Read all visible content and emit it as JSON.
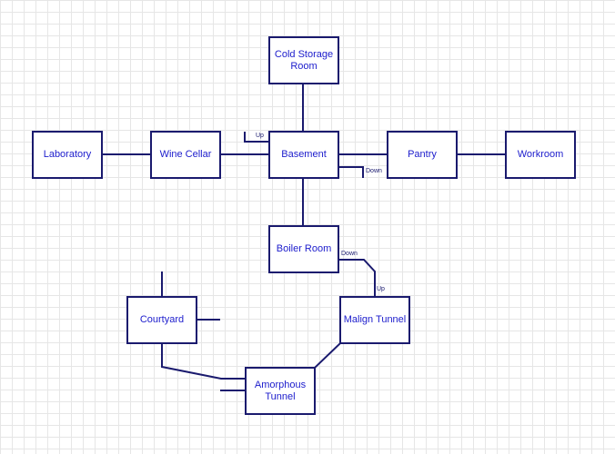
{
  "rooms": {
    "cold_storage": "Cold Storage\nRoom",
    "laboratory": "Laboratory",
    "wine_cellar": "Wine Cellar",
    "basement": "Basement",
    "pantry": "Pantry",
    "workroom": "Workroom",
    "boiler_room": "Boiler Room",
    "courtyard": "Courtyard",
    "malign_tunnel": "Malign Tunnel",
    "amorphous_tunnel": "Amorphous\nTunnel"
  },
  "exit_labels": {
    "basement_up": "Up",
    "basement_down": "Down",
    "boiler_down": "Down",
    "malign_up": "Up"
  },
  "colors": {
    "line": "#1a1a6e",
    "room_text": "#1c1ccc",
    "grid": "#e6e6e6"
  }
}
